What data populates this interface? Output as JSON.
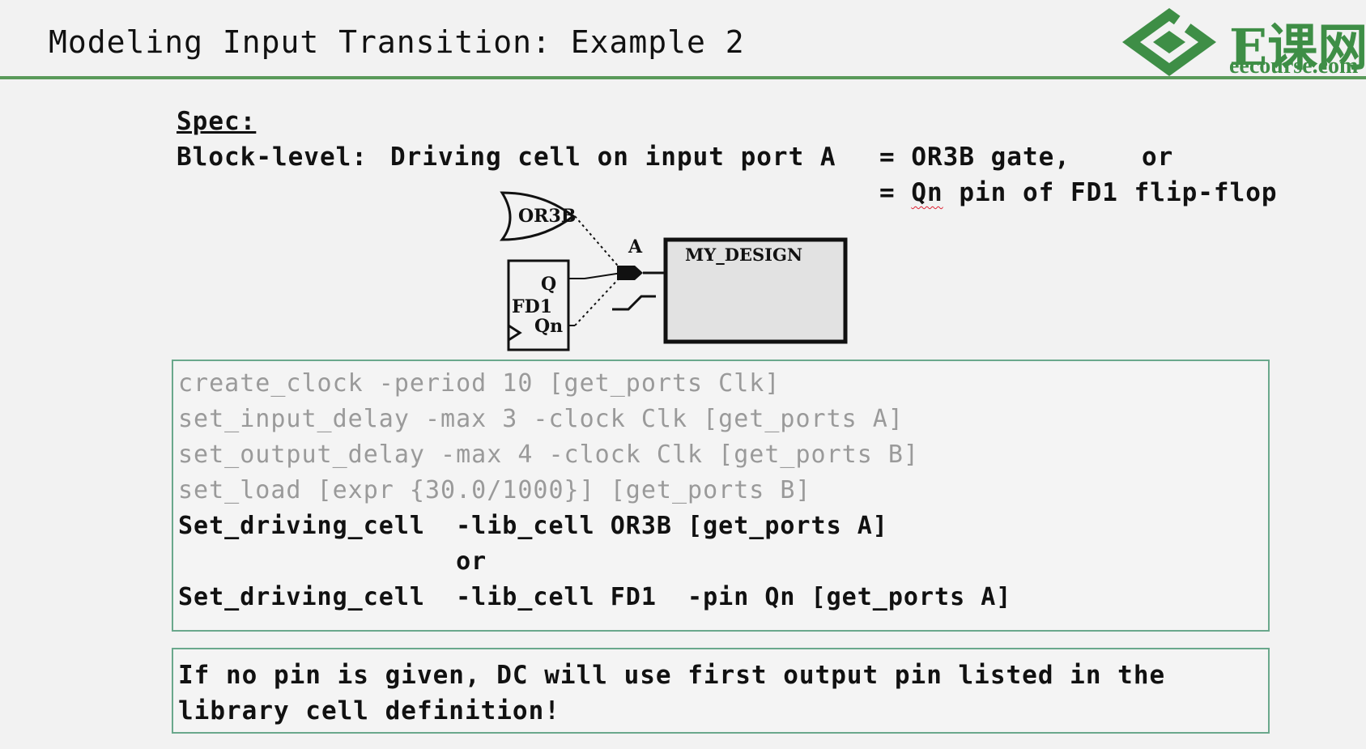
{
  "header": {
    "title": "Modeling Input Transition: Example 2",
    "logo": {
      "cn": "E课网",
      "en": "eecourse.com",
      "colors": {
        "green": "#3e8e46"
      }
    }
  },
  "spec": {
    "label": "Spec:",
    "block_level": "Block-level:",
    "driving": "Driving cell on input port A",
    "eq1": "= OR3B gate,",
    "eq1_or": "or",
    "eq2_prefix": "= ",
    "eq2_qn": "Qn",
    "eq2_rest": " pin of FD1 flip-flop"
  },
  "diagram": {
    "gate_label": "OR3B",
    "ff_label": "FD1",
    "ff_q": "Q",
    "ff_qn": "Qn",
    "port_label": "A",
    "design_label": "MY_DESIGN"
  },
  "code": {
    "lines": [
      {
        "text": "create_clock -period 10 [get_ports Clk]",
        "style": "gray"
      },
      {
        "text": "set_input_delay -max 3 -clock Clk [get_ports A]",
        "style": "gray"
      },
      {
        "text": "set_output_delay -max 4 -clock Clk [get_ports B]",
        "style": "gray"
      },
      {
        "text": "set_load [expr {30.0/1000}] [get_ports B]",
        "style": "gray"
      },
      {
        "text": "Set_driving_cell  -lib_cell OR3B [get_ports A]",
        "style": "dark"
      },
      {
        "text": "                  or",
        "style": "dark"
      },
      {
        "text": "Set_driving_cell  -lib_cell FD1  -pin Qn [get_ports A]",
        "style": "dark"
      }
    ]
  },
  "note": {
    "text": "If no pin is given, DC will use first output pin listed in the library cell definition!"
  }
}
